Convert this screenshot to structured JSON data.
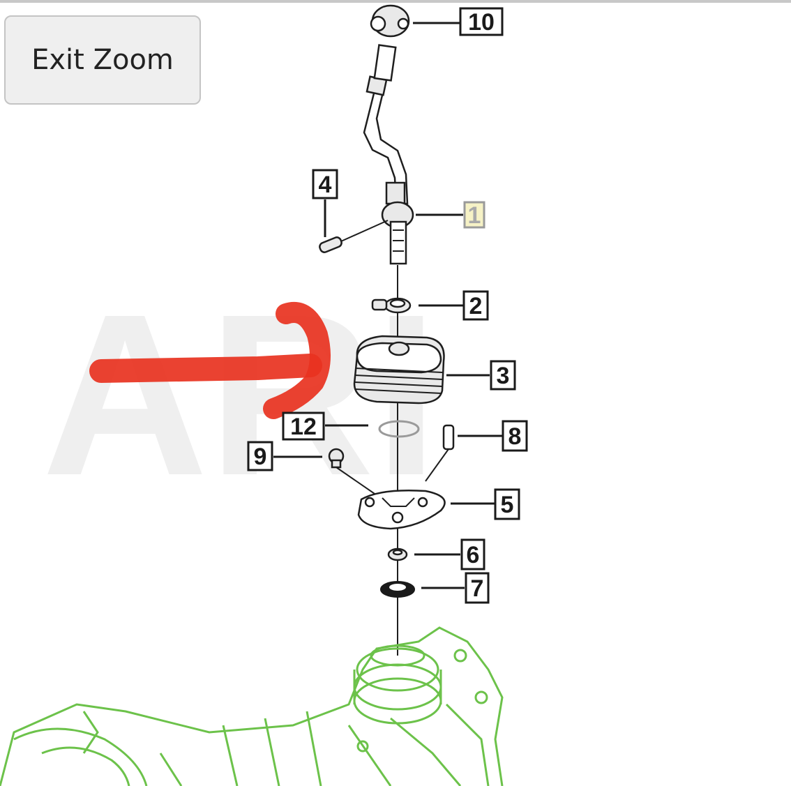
{
  "controls": {
    "exit_zoom_label": "Exit Zoom"
  },
  "watermark": {
    "text": "ARI"
  },
  "callouts": {
    "c1": "1",
    "c2": "2",
    "c3": "3",
    "c4": "4",
    "c5": "5",
    "c6": "6",
    "c7": "7",
    "c8": "8",
    "c9": "9",
    "c10": "10",
    "c12": "12"
  },
  "colors": {
    "arrow": "#e8321f",
    "transmission": "#6cc24a",
    "highlight_box": "#f6f2c6"
  },
  "icons": {
    "pointer": "red-arrow-icon"
  }
}
